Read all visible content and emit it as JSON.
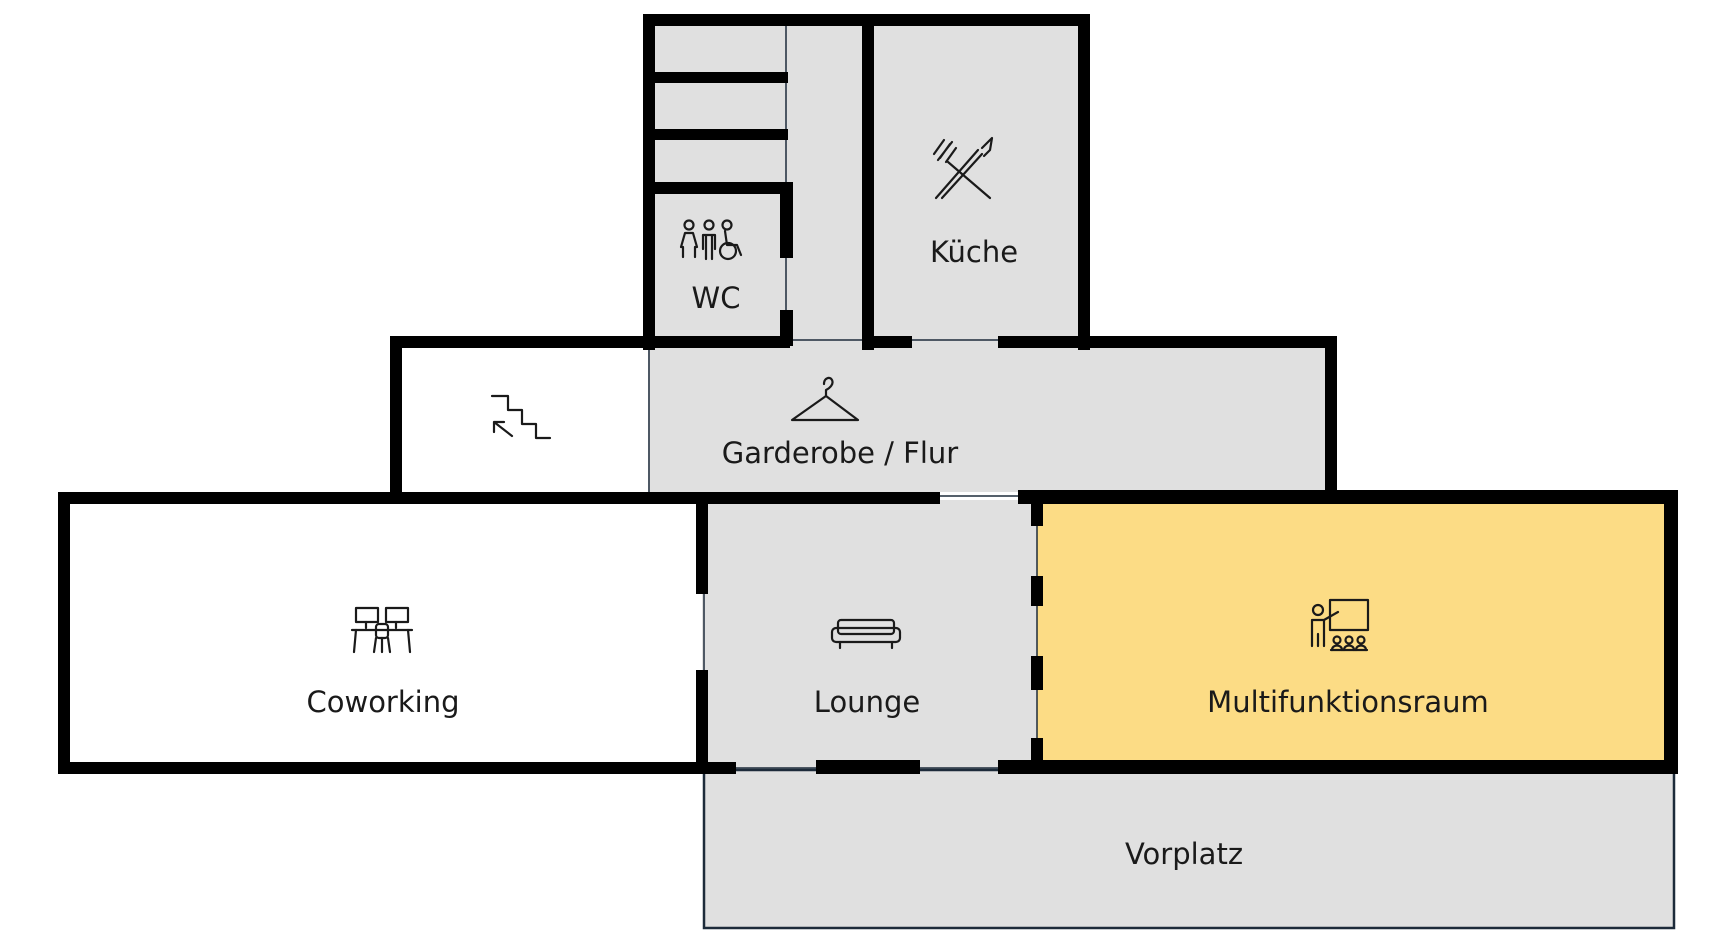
{
  "colors": {
    "wall": "#000000",
    "room_gray": "#e0e0e0",
    "room_white": "#ffffff",
    "room_highlight": "#fcdc85",
    "forecourt_border": "#1d2b3a"
  },
  "rooms": {
    "wc": {
      "label": "WC",
      "icon": "restroom-icon",
      "fill": "gray"
    },
    "kitchen": {
      "label": "Küche",
      "icon": "fork-knife-icon",
      "fill": "gray"
    },
    "stairs": {
      "label": "",
      "icon": "stairs-up-icon",
      "fill": "white"
    },
    "cloakroom": {
      "label": "Garderobe / Flur",
      "icon": "hanger-icon",
      "fill": "gray"
    },
    "coworking": {
      "label": "Coworking",
      "icon": "coworking-desks-icon",
      "fill": "white"
    },
    "lounge": {
      "label": "Lounge",
      "icon": "sofa-icon",
      "fill": "gray"
    },
    "multipurpose": {
      "label": "Multifunktionsraum",
      "icon": "presentation-icon",
      "fill": "highlight",
      "highlighted": true
    },
    "forecourt": {
      "label": "Vorplatz",
      "icon": "",
      "fill": "gray"
    }
  }
}
